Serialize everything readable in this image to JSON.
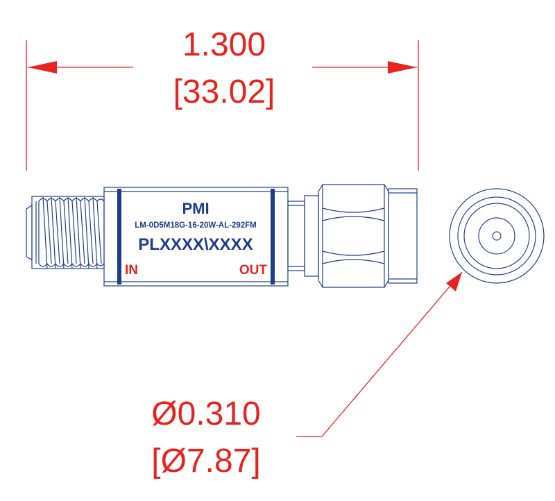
{
  "dimension_length": {
    "imperial": "1.300",
    "metric": "[33.02]"
  },
  "dimension_diameter": {
    "imperial": "Ø0.310",
    "metric": "[Ø7.87]"
  },
  "label": {
    "brand": "PMI",
    "model": "LM-0D5M18G-16-20W-AL-292FM",
    "serial": "PLXXXX\\XXXX",
    "in": "IN",
    "out": "OUT"
  },
  "colors": {
    "dimension": "#e8231f",
    "outline": "#1f3f8f",
    "label_bar": "#1c3c8c",
    "label_text": "#1d3c8a",
    "port_text": "#e8231f"
  }
}
